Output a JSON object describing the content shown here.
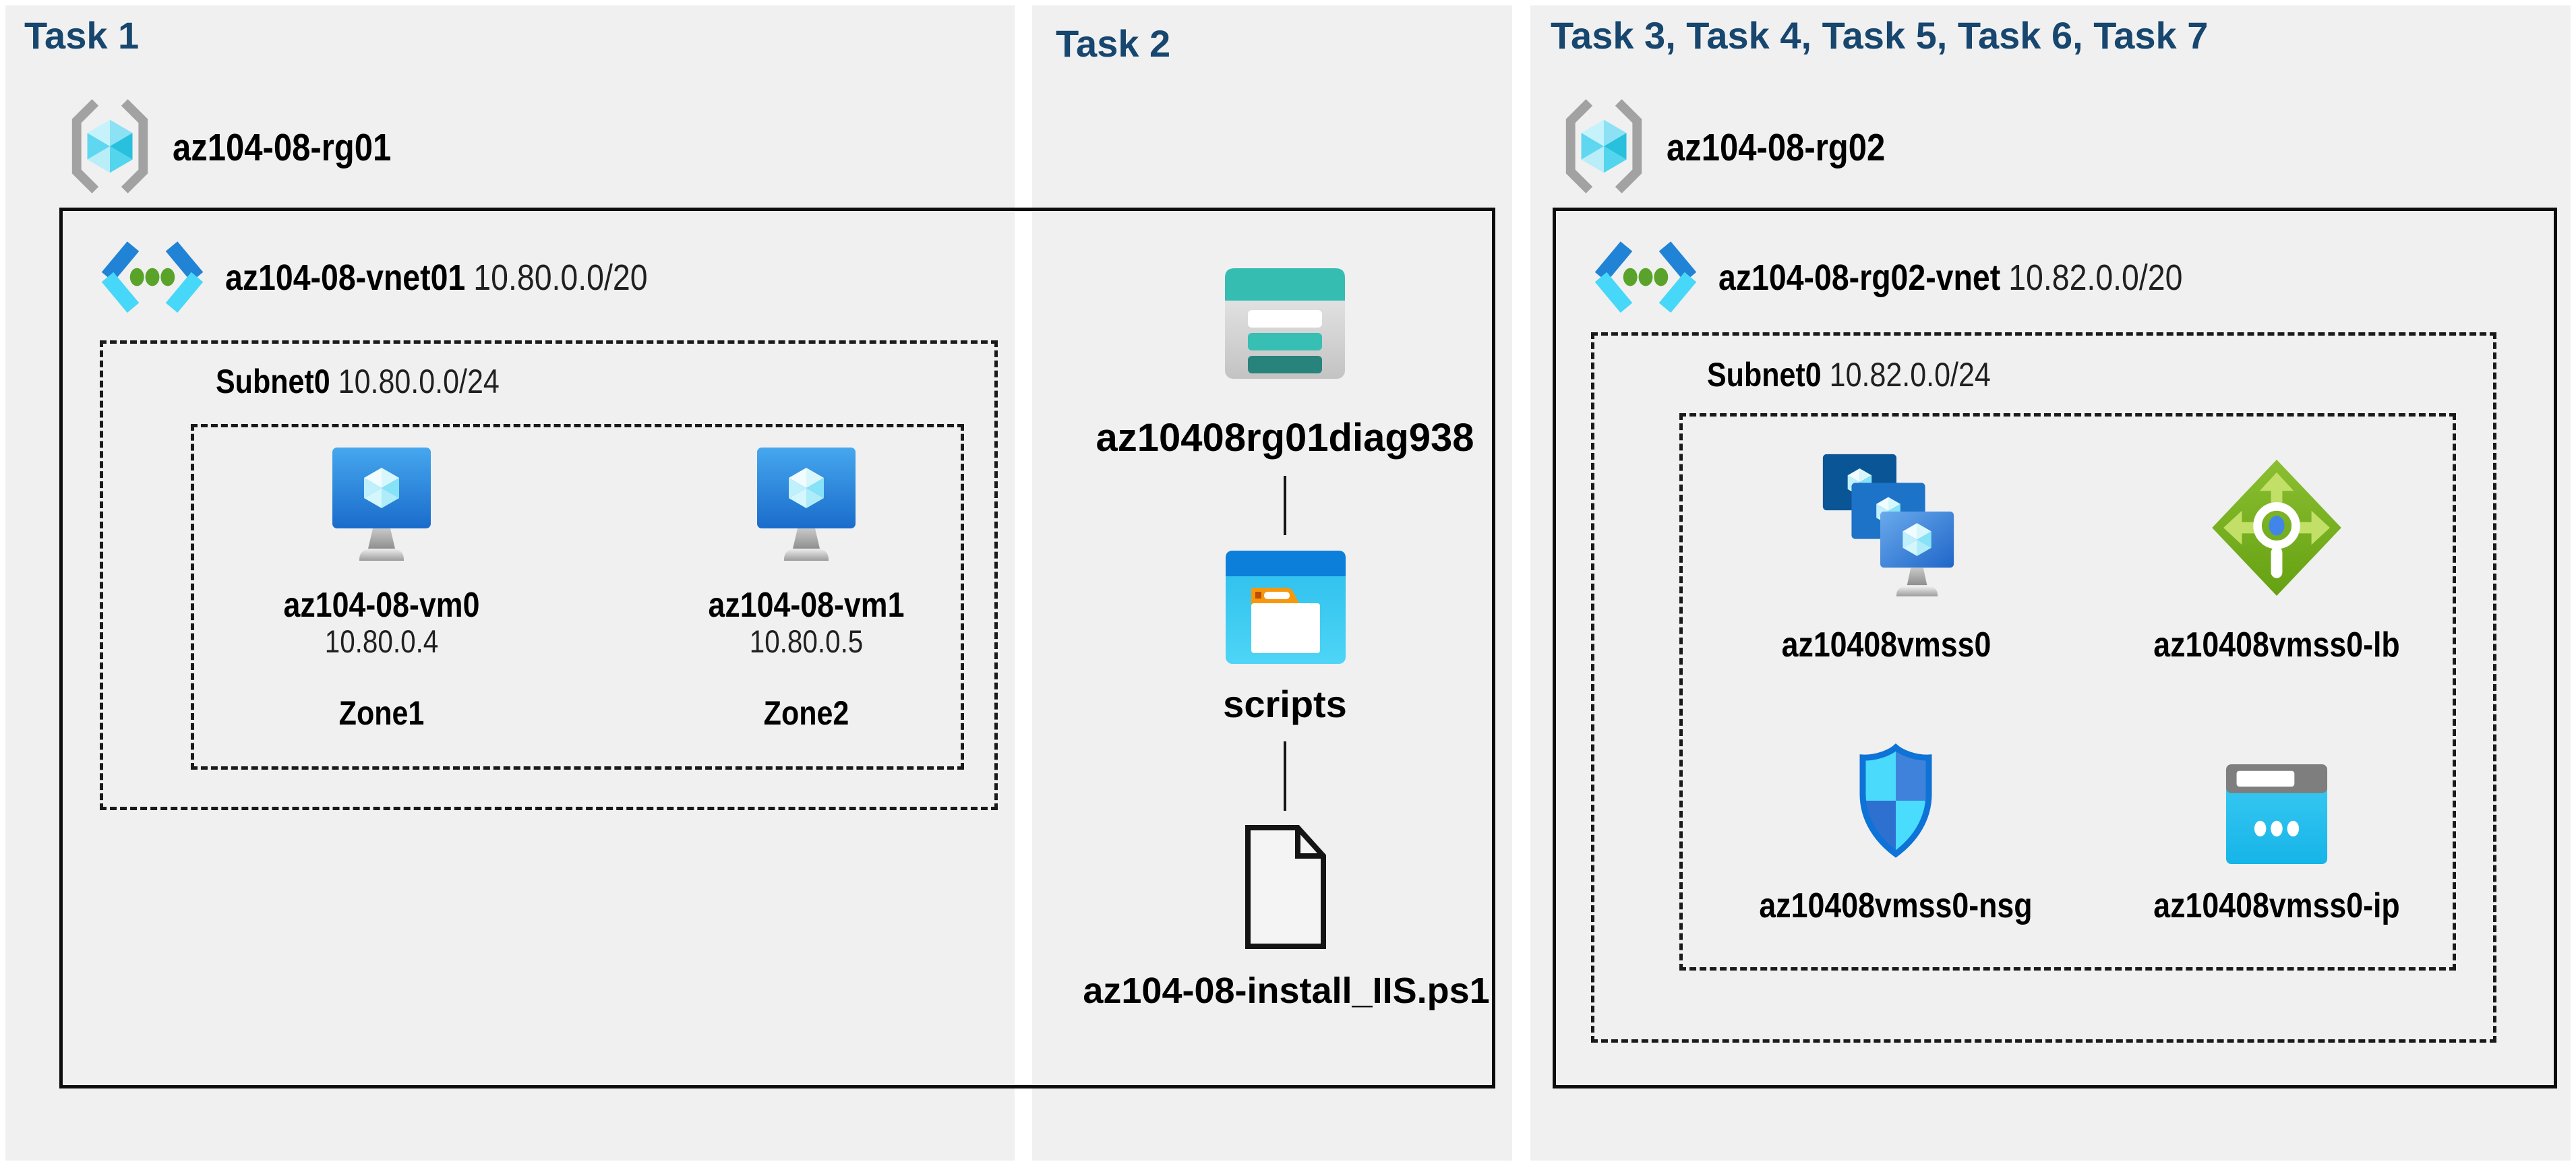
{
  "colors": {
    "page_bg": "#ffffff",
    "panel_bg": "#f0f0f0",
    "title_navy": "#17466e",
    "box_border": "#0d0d0d",
    "storage_teal": "#35bdb2",
    "storage_teal_dark": "#27837b",
    "azure_blue": "#1b7fd6",
    "azure_cyan": "#47d7f8",
    "lb_green": "#76b421",
    "nsg_blue": "#0e72d6",
    "vm_monitor_blue": "#2a7fd4",
    "folder_orange": "#f6980e"
  },
  "panels": [
    {
      "id": "task1",
      "title": "Task 1",
      "resource_group": "az104-08-rg01",
      "vnet": {
        "name": "az104-08-vnet01",
        "cidr": "10.80.0.0/20"
      },
      "subnet": {
        "name": "Subnet0",
        "cidr": "10.80.0.0/24"
      },
      "vms": [
        {
          "name": "az104-08-vm0",
          "ip": "10.80.0.4",
          "zone": "Zone1"
        },
        {
          "name": "az104-08-vm1",
          "ip": "10.80.0.5",
          "zone": "Zone2"
        }
      ]
    },
    {
      "id": "task2",
      "title": "Task 2",
      "storage_account": "az10408rg01diag938",
      "container": "scripts",
      "file": "az104-08-install_IIS.ps1"
    },
    {
      "id": "task3",
      "title": "Task 3, Task 4, Task 5, Task 6, Task 7",
      "resource_group": "az104-08-rg02",
      "vnet": {
        "name": "az104-08-rg02-vnet",
        "cidr": "10.82.0.0/20"
      },
      "subnet": {
        "name": "Subnet0",
        "cidr": "10.82.0.0/24"
      },
      "resources": [
        {
          "name": "az10408vmss0",
          "type": "vm-scale-set"
        },
        {
          "name": "az10408vmss0-lb",
          "type": "load-balancer"
        },
        {
          "name": "az10408vmss0-nsg",
          "type": "network-security-group"
        },
        {
          "name": "az10408vmss0-ip",
          "type": "public-ip-address"
        }
      ]
    }
  ]
}
